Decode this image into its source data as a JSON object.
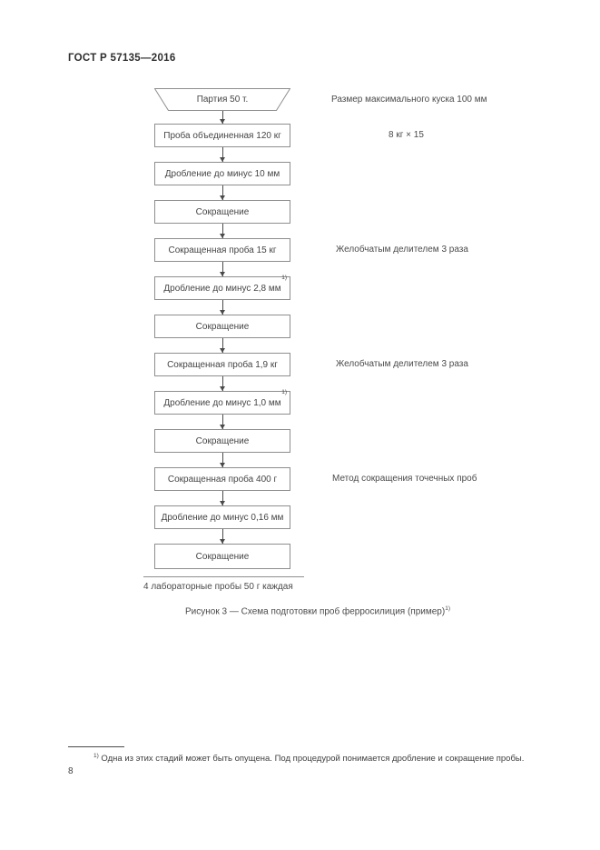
{
  "page": {
    "header": "ГОСТ Р 57135—2016",
    "page_number": "8",
    "caption": {
      "text": "Рисунок 3 — Схема подготовки проб ферросилиция (пример)",
      "sup": "1)"
    },
    "footnote": {
      "marker": "1)",
      "text": " Одна из этих стадий может быть опущена. Под процедурой понимается дробление и сокращение пробы."
    }
  },
  "flowchart": {
    "nodes": [
      {
        "label": "Партия 50 т.",
        "shape": "trapezoid",
        "annotation": "Размер максимального куска 100 мм"
      },
      {
        "label": "Проба объединенная 120 кг",
        "annotation": "8 кг × 15"
      },
      {
        "label": "Дробление до минус 10 мм"
      },
      {
        "label": "Сокращение"
      },
      {
        "label": "Сокращенная проба 15 кг",
        "annotation": "Желобчатым делителем 3 раза"
      },
      {
        "label": "Дробление до минус 2,8 мм",
        "sup": "1)"
      },
      {
        "label": "Сокращение"
      },
      {
        "label": "Сокращенная проба 1,9 кг",
        "annotation": "Желобчатым делителем 3 раза"
      },
      {
        "label": "Дробление до минус 1,0 мм",
        "sup": "1)"
      },
      {
        "label": "Сокращение"
      },
      {
        "label": "Сокращенная проба 400 г",
        "annotation": "Метод сокращения точечных проб"
      },
      {
        "label": "Дробление до минус 0,16 мм"
      },
      {
        "label": "Сокращение"
      }
    ],
    "result_label": "4 лабораторные пробы 50 г каждая",
    "colors": {
      "border": "#8e8e8e",
      "text": "#454545",
      "arrow": "#4a4a4a"
    }
  }
}
